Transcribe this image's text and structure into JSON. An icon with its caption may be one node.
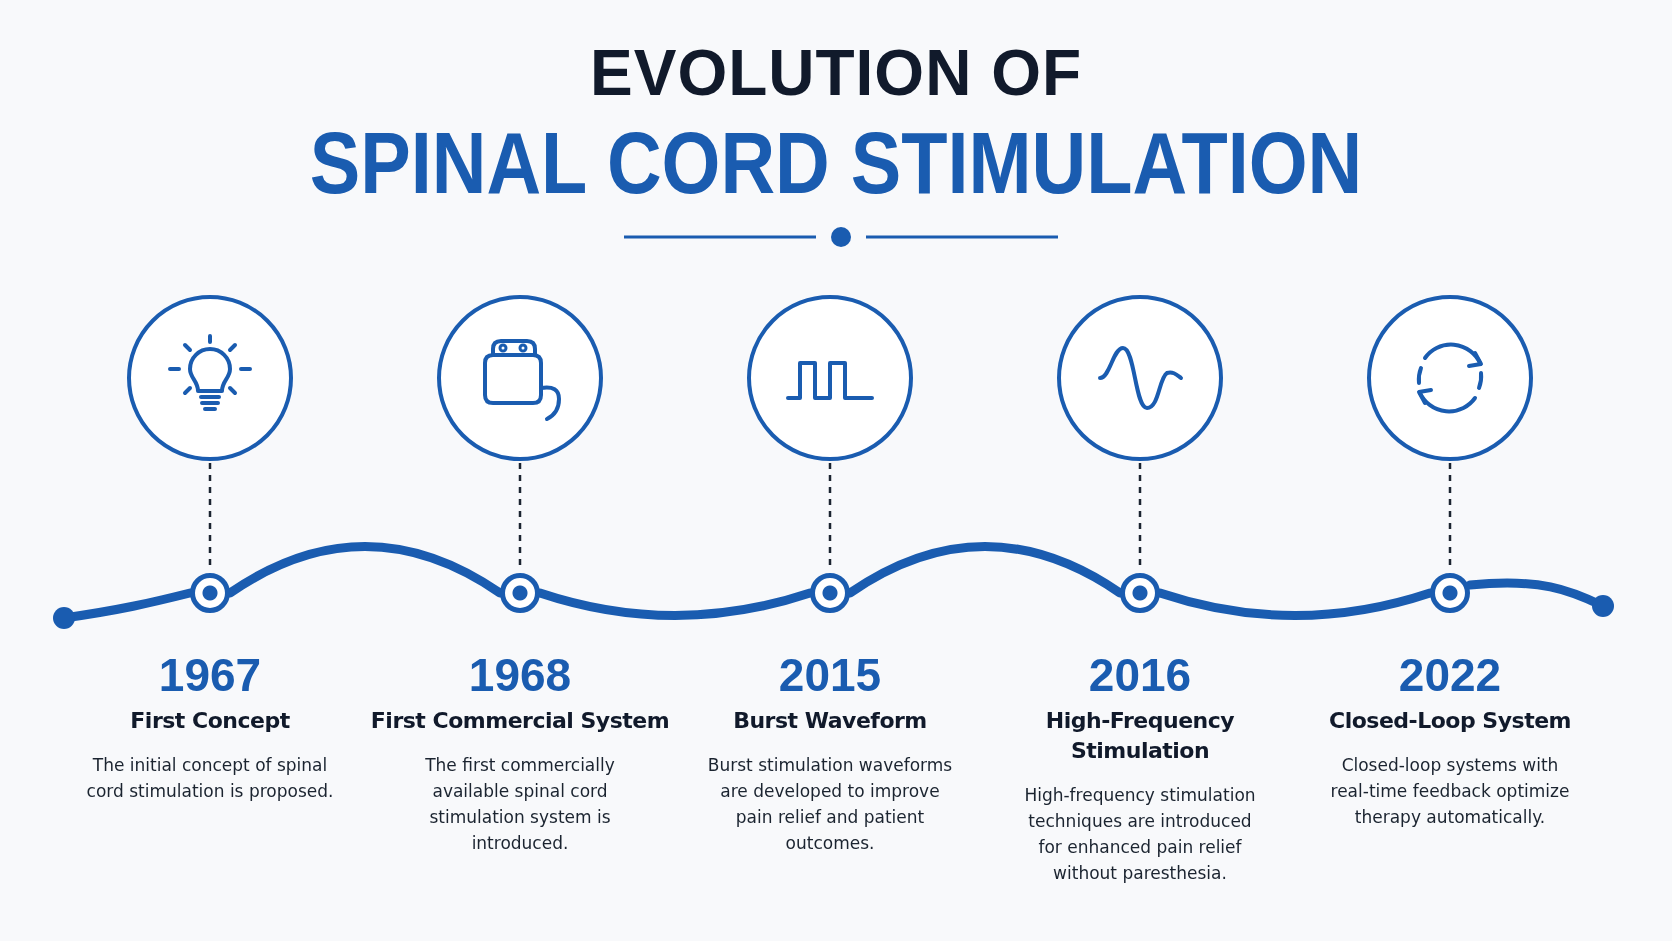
{
  "diagram": {
    "title": "EVOLUTION OF SPINAL CORD STIMULATION",
    "nodes": [
      {
        "text": [],
        "shape": "circle"
      },
      {
        "text": [],
        "shape": "circle"
      },
      {
        "text": [],
        "shape": "circle"
      },
      {
        "text": [],
        "shape": "circle"
      },
      {
        "text": [],
        "shape": "circle"
      },
      {
        "text": [],
        "shape": "circle",
        "beside": [
          "1967",
          "First Concept",
          "The initial concept of spinal cord stimulation is proposed."
        ]
      },
      {
        "text": [],
        "shape": "circle",
        "beside": [
          "1968",
          "First Commercial System",
          "The first commercially available spinal cord stimulation system is introduced."
        ]
      },
      {
        "text": [],
        "shape": "circle",
        "beside": [
          "2015",
          "Burst Waveform",
          "Burst stimulation waveforms are developed to improve pain relief and patient outcomes."
        ]
      },
      {
        "text": [],
        "shape": "circle",
        "beside": [
          "2016",
          "High-Frequency Stimulation",
          "High-frequency stimulation techniques are introduced for enhanced pain relief without paresthesia."
        ]
      },
      {
        "text": [],
        "shape": "circle",
        "beside": [
          "2022",
          "Closed-Loop System",
          "Closed-loop systems with real-time feedback optimize therapy automatically."
        ]
      }
    ],
    "edges": [
      {
        "from": 0,
        "to": 5,
        "arrow": "none",
        "style": "dashed"
      },
      {
        "from": 1,
        "to": 6,
        "arrow": "none",
        "style": "dashed"
      },
      {
        "from": 2,
        "to": 7,
        "arrow": "none",
        "style": "dashed"
      },
      {
        "from": 3,
        "to": 8,
        "arrow": "none",
        "style": "dashed"
      },
      {
        "from": 4,
        "to": 9,
        "arrow": "none",
        "style": "dashed"
      },
      {
        "from": 5,
        "to": 6,
        "arrow": "none",
        "style": "thick",
        "color": "#1a5cb0"
      },
      {
        "from": 6,
        "to": 7,
        "arrow": "none",
        "style": "thick",
        "color": "#1a5cb0"
      },
      {
        "from": 7,
        "to": 8,
        "arrow": "none",
        "style": "thick",
        "color": "#1a5cb0"
      },
      {
        "from": 8,
        "to": 9,
        "arrow": "none",
        "style": "thick",
        "color": "#1a5cb0"
      }
    ]
  }
}
